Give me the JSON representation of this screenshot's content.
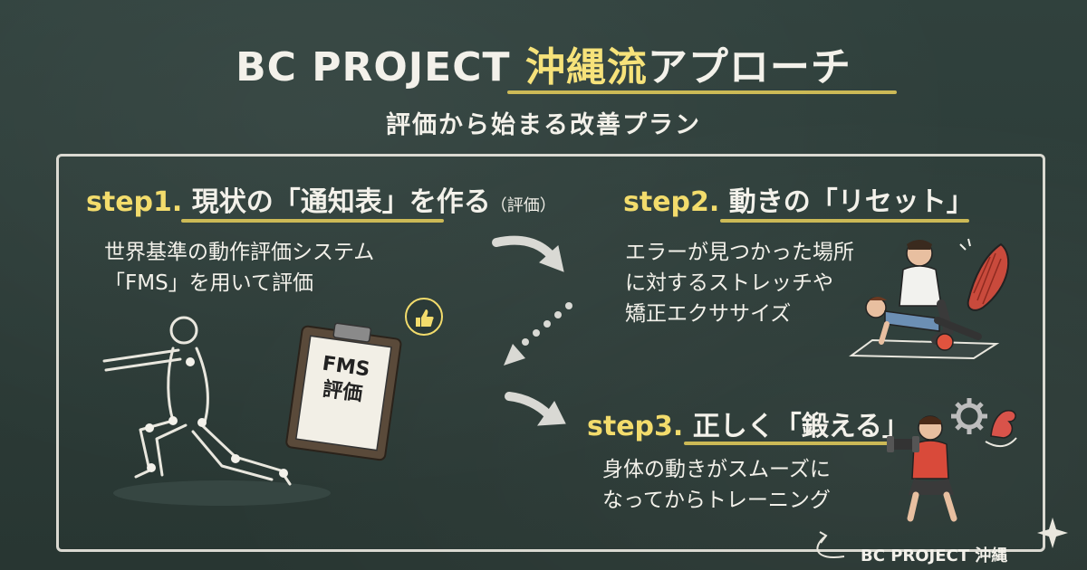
{
  "title": {
    "prefix": "BC PROJECT ",
    "highlight": "沖縄流",
    "suffix": "アプローチ"
  },
  "subtitle": "評価から始まる改善プラン",
  "steps": [
    {
      "label": "step1.",
      "heading": "現状の「通知表」を作る",
      "note": "（評価）",
      "body": "世界基準の動作評価システム\n「FMS」を用いて評価"
    },
    {
      "label": "step2.",
      "heading": "動きの「リセット」",
      "body": "エラーが見つかった場所\nに対するストレッチや\n矯正エクササイズ"
    },
    {
      "label": "step3.",
      "heading": "正しく「鍛える」",
      "body": "身体の動きがスムーズに\nなってからトレーニング"
    }
  ],
  "clipboard": {
    "line1": "FMS",
    "line2": "評価"
  },
  "footer": "BC PROJECT 沖縄",
  "colors": {
    "board": "#2b3a37",
    "chalk": "#f3f1ea",
    "accent_yellow": "#f3dc6c",
    "muscle_red": "#c94a3c"
  }
}
